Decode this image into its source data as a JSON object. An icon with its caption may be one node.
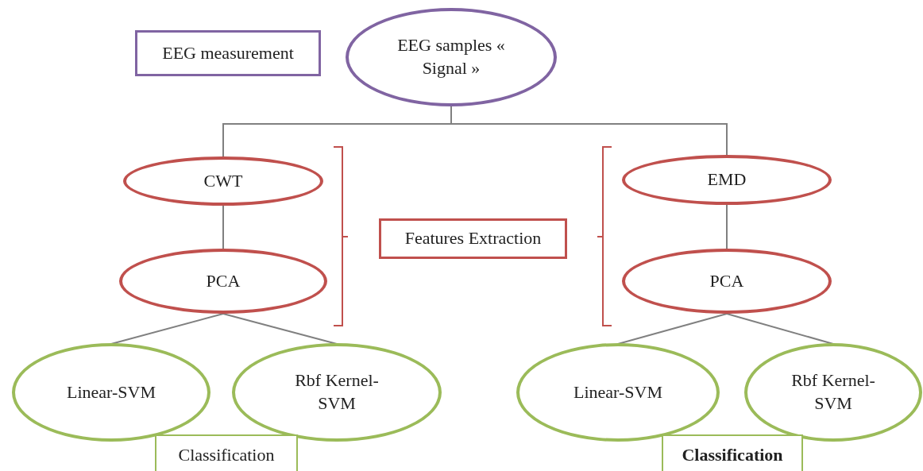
{
  "diagram": {
    "nodes": [
      {
        "text": [
          "EEG measurement"
        ]
      },
      {
        "text": [
          "EEG samples « Signal »"
        ]
      },
      {
        "text": [
          "CWT"
        ]
      },
      {
        "text": [
          "PCA"
        ]
      },
      {
        "text": [
          "Linear-SVM"
        ]
      },
      {
        "text": [
          "Rbf Kernel-SVM"
        ]
      },
      {
        "text": [
          "Classification"
        ]
      },
      {
        "text": [
          "Features Extraction"
        ]
      },
      {
        "text": [
          "EMD"
        ]
      },
      {
        "text": [
          "PCA"
        ]
      },
      {
        "text": [
          "Linear-SVM"
        ]
      },
      {
        "text": [
          "Rbf Kernel-SVM"
        ]
      },
      {
        "text": [
          "Classification"
        ]
      }
    ],
    "edges": [
      {
        "from": 1,
        "to": 2,
        "arrow": "none"
      },
      {
        "from": 1,
        "to": 8,
        "arrow": "none"
      },
      {
        "from": 2,
        "to": 3,
        "arrow": "none"
      },
      {
        "from": 3,
        "to": 4,
        "arrow": "none"
      },
      {
        "from": 3,
        "to": 5,
        "arrow": "none"
      },
      {
        "from": 8,
        "to": 9,
        "arrow": "none"
      },
      {
        "from": 9,
        "to": 10,
        "arrow": "none"
      },
      {
        "from": 9,
        "to": 11,
        "arrow": "none"
      }
    ]
  }
}
